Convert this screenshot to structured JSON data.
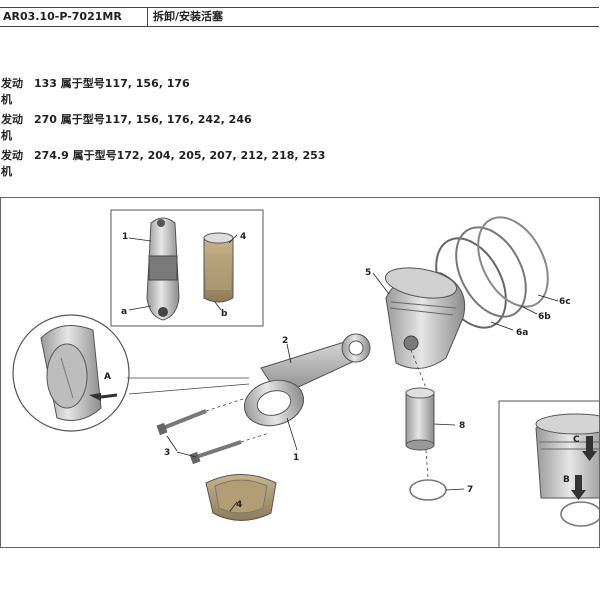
{
  "header": {
    "doc_code": "AR03.10-P-7021MR",
    "title": "拆卸/安装活塞"
  },
  "engines": [
    {
      "label": "发动机",
      "text": "133 属于型号117, 156, 176"
    },
    {
      "label": "发动机",
      "text": "270 属于型号117, 156, 176, 242, 246"
    },
    {
      "label": "发动机",
      "text": "274.9 属于型号172, 204, 205, 207, 212, 218, 253"
    }
  ],
  "figure": {
    "callouts": {
      "c1_top": "1",
      "c4_top": "4",
      "ca": "a",
      "cb": "b",
      "c5": "5",
      "c6c": "6c",
      "c6b": "6b",
      "c6a": "6a",
      "c2": "2",
      "cA": "A",
      "c8": "8",
      "c3": "3",
      "c1_bot": "1",
      "c7": "7",
      "c4_bot": "4",
      "cC": "C",
      "cB": "B"
    }
  }
}
